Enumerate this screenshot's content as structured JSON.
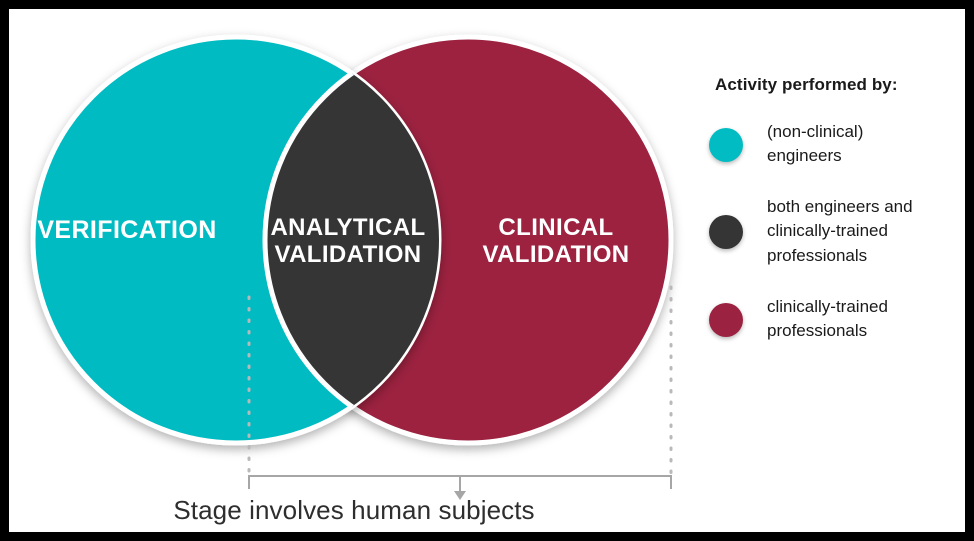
{
  "figure": {
    "type": "venn-diagram",
    "background": "#ffffff",
    "border_color": "#000000"
  },
  "colors": {
    "teal": "#01bcc2",
    "maroon": "#9c2241",
    "dark": "#353535",
    "white": "#ffffff",
    "bracket_gray": "#a6a6a6",
    "dotted_gray": "#b3b3b3",
    "caption_gray": "#2e2e2e"
  },
  "venn": {
    "left_label": "VERIFICATION",
    "center_label": "ANALYTICAL\nVALIDATION",
    "right_label": "CLINICAL\nVALIDATION"
  },
  "annotation": {
    "caption": "Stage involves human subjects"
  },
  "legend": {
    "title": "Activity performed by:",
    "items": [
      {
        "color": "#01bcc2",
        "label": "(non-clinical)\nengineers"
      },
      {
        "color": "#353535",
        "label": "both engineers and\nclinically-trained\nprofessionals"
      },
      {
        "color": "#9c2241",
        "label": "clinically-trained\nprofessionals"
      }
    ]
  }
}
